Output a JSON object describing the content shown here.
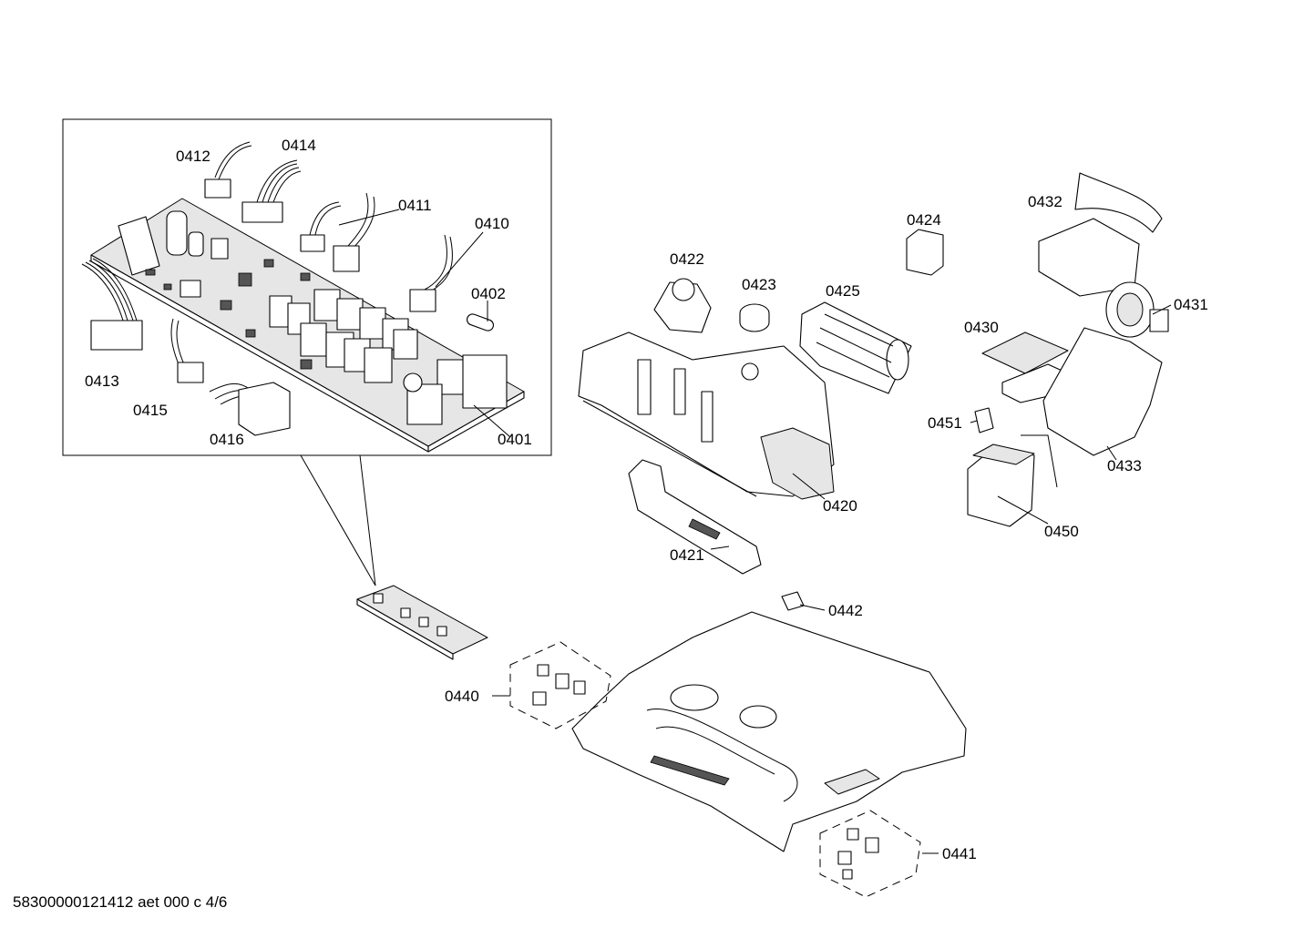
{
  "footer": "58300000121412 aet 000 c 4/6",
  "parts": {
    "p0401": "0401",
    "p0402": "0402",
    "p0410": "0410",
    "p0411": "0411",
    "p0412": "0412",
    "p0413": "0413",
    "p0414": "0414",
    "p0415": "0415",
    "p0416": "0416",
    "p0420": "0420",
    "p0421": "0421",
    "p0422": "0422",
    "p0423": "0423",
    "p0424": "0424",
    "p0425": "0425",
    "p0430": "0430",
    "p0431": "0431",
    "p0432": "0432",
    "p0433": "0433",
    "p0440": "0440",
    "p0441": "0441",
    "p0442": "0442",
    "p0450": "0450",
    "p0451": "0451"
  }
}
